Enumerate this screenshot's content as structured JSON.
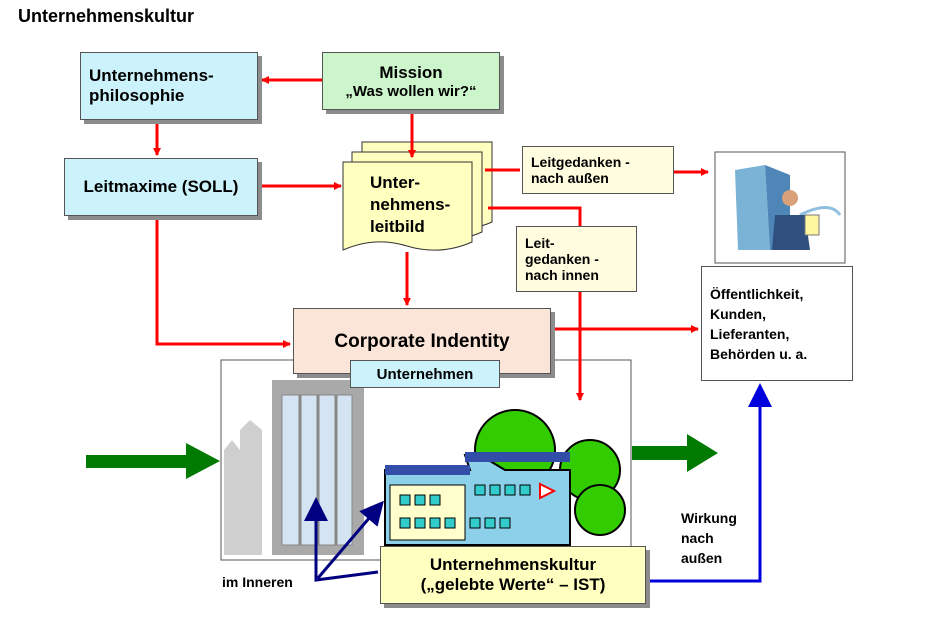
{
  "title": "Unternehmenskultur",
  "philosophie": {
    "line1": "Unternehmens-",
    "line2": "philosophie"
  },
  "mission": {
    "title": "Mission",
    "subtitle": "„Was wollen wir?“"
  },
  "leitmaxime": "Leitmaxime (SOLL)",
  "leitbild": {
    "line1": "Unter-",
    "line2": "nehmens-",
    "line3": "leitbild"
  },
  "leitgedanken_aussen": {
    "line1": "Leitgedanken -",
    "line2": "nach außen"
  },
  "leitgedanken_innen": {
    "line1": "Leit-",
    "line2": "gedanken -",
    "line3": "nach innen"
  },
  "corporate_identity": "Corporate Indentity",
  "unternehmen": "Unternehmen",
  "oeffentlichkeit": {
    "line1": "Öffentlichkeit,",
    "line2": "Kunden,",
    "line3": "Lieferanten,",
    "line4": "Behörden u. a."
  },
  "kultur": {
    "line1": "Unternehmenskultur",
    "line2": "(„gelebte Werte“ – IST)"
  },
  "wirkung": {
    "line1": "Wirkung",
    "line2": "nach",
    "line3": "außen"
  },
  "im_inneren": "im Inneren",
  "colors": {
    "arrow_red": "#ff0000",
    "arrow_green": "#007a00",
    "arrow_blue": "#0000dd",
    "arrow_navy": "#000080"
  }
}
